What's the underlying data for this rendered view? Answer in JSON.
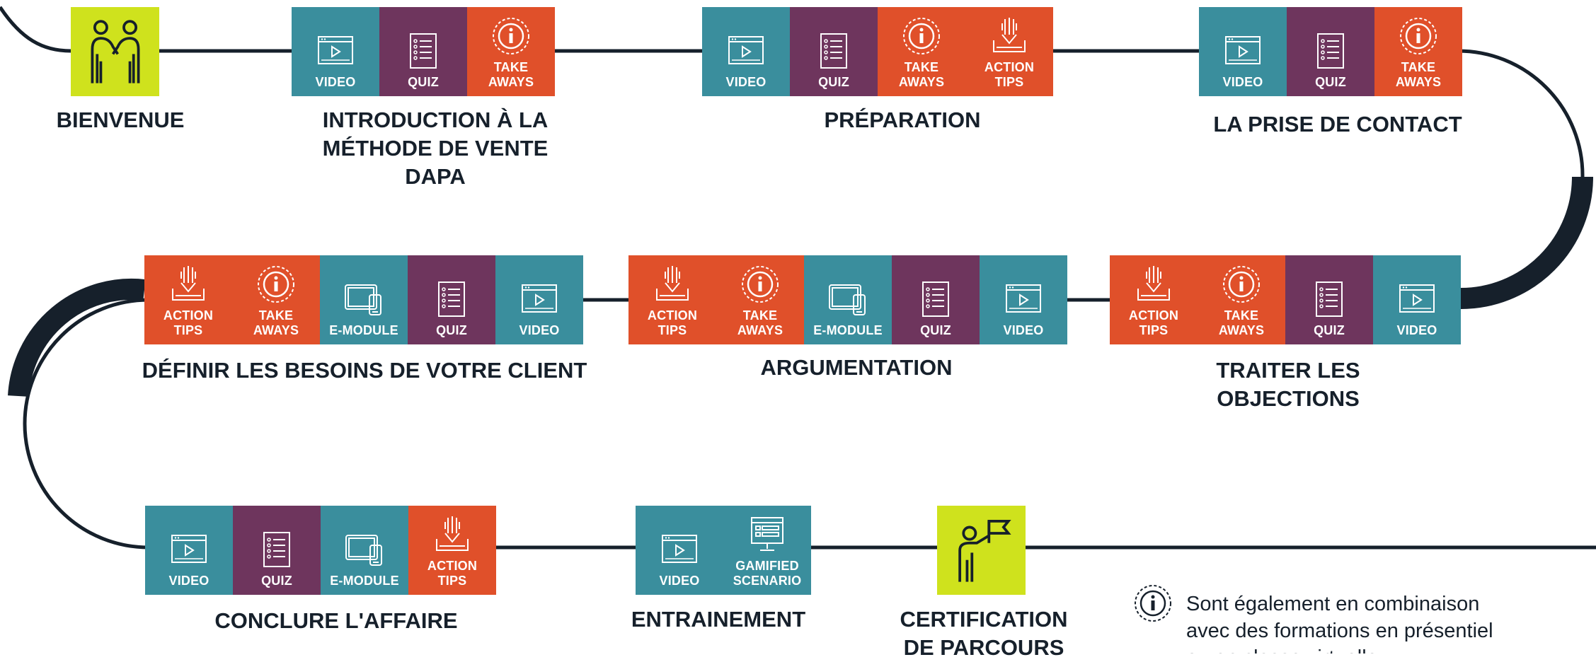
{
  "colors": {
    "video": "#3a8e9d",
    "quiz": "#6e355d",
    "take_aways": "#e0502a",
    "action_tips": "#e0502a",
    "e_module": "#3a8e9d",
    "gamified": "#3a8e9d",
    "lime": "#cfe21d",
    "path": "#16202b"
  },
  "stages": [
    {
      "title": "BIENVENUE",
      "modules": [
        {
          "type": "lime",
          "icon": "handshake-people-icon",
          "label": ""
        }
      ]
    },
    {
      "title": "INTRODUCTION À LA\nMÉTHODE DE VENTE\nDAPA",
      "modules": [
        {
          "type": "video",
          "icon": "video-player-icon",
          "label": "VIDEO"
        },
        {
          "type": "quiz",
          "icon": "quiz-list-icon",
          "label": "QUIZ"
        },
        {
          "type": "take",
          "icon": "info-circle-icon",
          "label": "TAKE\nAWAYS"
        }
      ]
    },
    {
      "title": "PRÉPARATION",
      "modules": [
        {
          "type": "video",
          "icon": "video-player-icon",
          "label": "VIDEO"
        },
        {
          "type": "quiz",
          "icon": "quiz-list-icon",
          "label": "QUIZ"
        },
        {
          "type": "take",
          "icon": "info-circle-icon",
          "label": "TAKE\nAWAYS"
        },
        {
          "type": "action",
          "icon": "download-arrow-icon",
          "label": "ACTION\nTIPS"
        }
      ]
    },
    {
      "title": "LA PRISE DE CONTACT",
      "modules": [
        {
          "type": "video",
          "icon": "video-player-icon",
          "label": "VIDEO"
        },
        {
          "type": "quiz",
          "icon": "quiz-list-icon",
          "label": "QUIZ"
        },
        {
          "type": "take",
          "icon": "info-circle-icon",
          "label": "TAKE\nAWAYS"
        }
      ]
    },
    {
      "title": "DÉFINIR LES BESOINS DE VOTRE CLIENT",
      "modules": [
        {
          "type": "action",
          "icon": "download-arrow-icon",
          "label": "ACTION\nTIPS"
        },
        {
          "type": "take",
          "icon": "info-circle-icon",
          "label": "TAKE\nAWAYS"
        },
        {
          "type": "emod",
          "icon": "devices-icon",
          "label": "E-MODULE"
        },
        {
          "type": "quiz",
          "icon": "quiz-list-icon",
          "label": "QUIZ"
        },
        {
          "type": "video",
          "icon": "video-player-icon",
          "label": "VIDEO"
        }
      ]
    },
    {
      "title": "ARGUMENTATION",
      "modules": [
        {
          "type": "action",
          "icon": "download-arrow-icon",
          "label": "ACTION\nTIPS"
        },
        {
          "type": "take",
          "icon": "info-circle-icon",
          "label": "TAKE\nAWAYS"
        },
        {
          "type": "emod",
          "icon": "devices-icon",
          "label": "E-MODULE"
        },
        {
          "type": "quiz",
          "icon": "quiz-list-icon",
          "label": "QUIZ"
        },
        {
          "type": "video",
          "icon": "video-player-icon",
          "label": "VIDEO"
        }
      ]
    },
    {
      "title": "TRAITER LES\nOBJECTIONS",
      "modules": [
        {
          "type": "action",
          "icon": "download-arrow-icon",
          "label": "ACTION\nTIPS"
        },
        {
          "type": "take",
          "icon": "info-circle-icon",
          "label": "TAKE\nAWAYS"
        },
        {
          "type": "quiz",
          "icon": "quiz-list-icon",
          "label": "QUIZ"
        },
        {
          "type": "video",
          "icon": "video-player-icon",
          "label": "VIDEO"
        }
      ]
    },
    {
      "title": "CONCLURE L'AFFAIRE",
      "modules": [
        {
          "type": "video",
          "icon": "video-player-icon",
          "label": "VIDEO"
        },
        {
          "type": "quiz",
          "icon": "quiz-list-icon",
          "label": "QUIZ"
        },
        {
          "type": "emod",
          "icon": "devices-icon",
          "label": "E-MODULE"
        },
        {
          "type": "action",
          "icon": "download-arrow-icon",
          "label": "ACTION\nTIPS"
        }
      ]
    },
    {
      "title": "ENTRAINEMENT",
      "modules": [
        {
          "type": "video",
          "icon": "video-player-icon",
          "label": "VIDEO"
        },
        {
          "type": "game",
          "icon": "gamified-screen-icon",
          "label": "GAMIFIED\nSCENARIO"
        }
      ]
    },
    {
      "title": "CERTIFICATION\nDE PARCOURS",
      "modules": [
        {
          "type": "lime",
          "icon": "person-flag-icon",
          "label": ""
        }
      ]
    }
  ],
  "note": {
    "icon": "info-circle-icon",
    "text": "Sont également en combinaison\navec des formations en présentiel\nou en classe virtuelle"
  }
}
